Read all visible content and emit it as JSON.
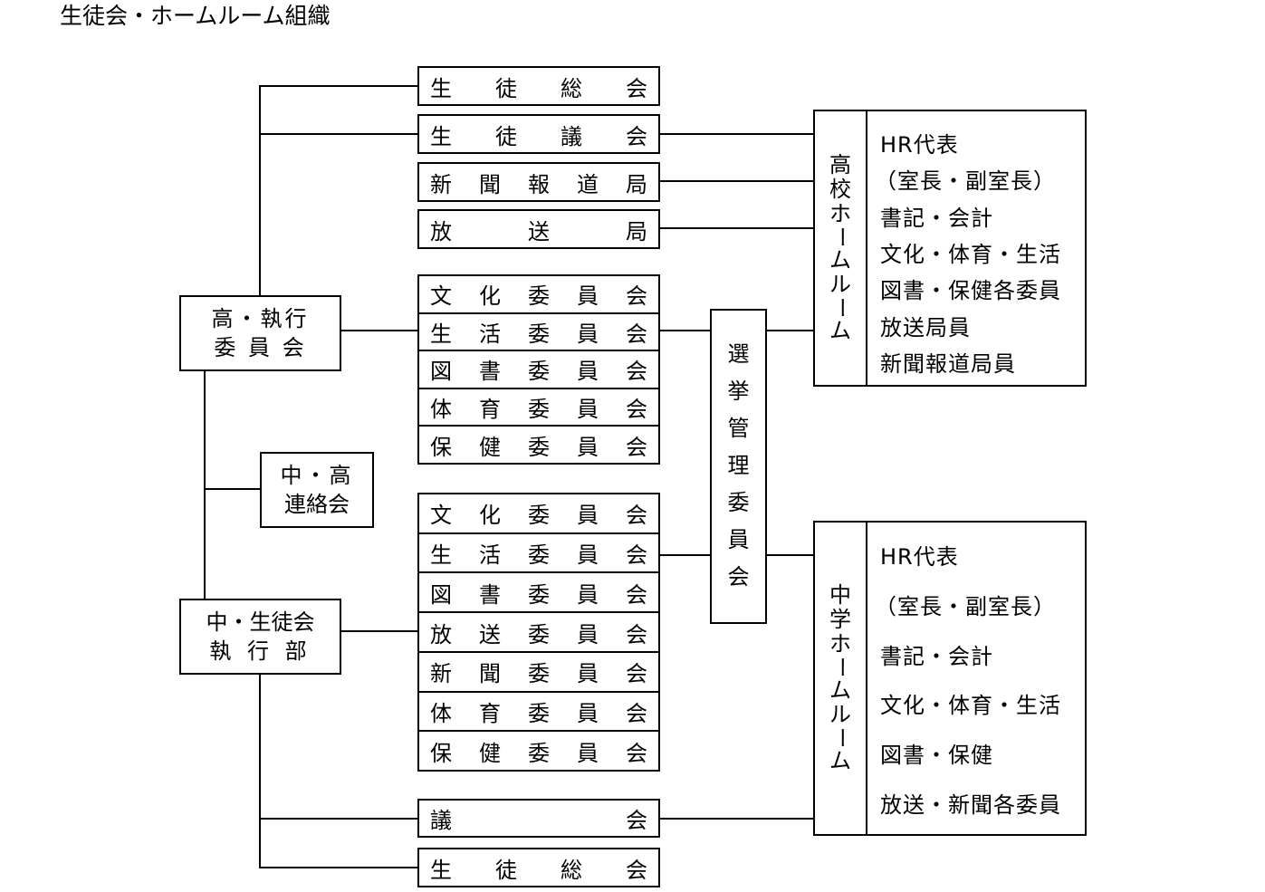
{
  "title": "生徒会・ホームルーム組織",
  "high_school": {
    "executive": [
      "高・執行",
      "委 員 会"
    ],
    "top_bodies": [
      [
        "生",
        "徒",
        "総",
        "会"
      ],
      [
        "生",
        "徒",
        "議",
        "会"
      ],
      [
        "新",
        "聞",
        "報",
        "道",
        "局"
      ],
      [
        "放",
        "送",
        "局"
      ]
    ],
    "committees": [
      [
        "文",
        "化",
        "委",
        "員",
        "会"
      ],
      [
        "生",
        "活",
        "委",
        "員",
        "会"
      ],
      [
        "図",
        "書",
        "委",
        "員",
        "会"
      ],
      [
        "体",
        "育",
        "委",
        "員",
        "会"
      ],
      [
        "保",
        "健",
        "委",
        "員",
        "会"
      ]
    ],
    "homeroom": {
      "label": [
        "高",
        "校",
        "ホ",
        "ー",
        "ム",
        "ル",
        "ー",
        "ム"
      ],
      "members": [
        "HR代表",
        "（室長・副室長）",
        "書記・会計",
        "文化・体育・生活",
        "図書・保健各委員",
        "放送局員",
        "新聞報道局員"
      ]
    }
  },
  "liaison": [
    "中・高",
    "連絡会"
  ],
  "junior_high": {
    "executive": [
      "中・生徒会",
      "執 行 部"
    ],
    "committees": [
      [
        "文",
        "化",
        "委",
        "員",
        "会"
      ],
      [
        "生",
        "活",
        "委",
        "員",
        "会"
      ],
      [
        "図",
        "書",
        "委",
        "員",
        "会"
      ],
      [
        "放",
        "送",
        "委",
        "員",
        "会"
      ],
      [
        "新",
        "聞",
        "委",
        "員",
        "会"
      ],
      [
        "体",
        "育",
        "委",
        "員",
        "会"
      ],
      [
        "保",
        "健",
        "委",
        "員",
        "会"
      ]
    ],
    "bottom_bodies": [
      [
        "議",
        "会"
      ],
      [
        "生",
        "徒",
        "総",
        "会"
      ]
    ],
    "homeroom": {
      "label": [
        "中",
        "学",
        "ホ",
        "ー",
        "ム",
        "ル",
        "ー",
        "ム"
      ],
      "members": [
        "HR代表",
        "（室長・副室長）",
        "書記・会計",
        "文化・体育・生活",
        "図書・保健",
        "放送・新聞各委員"
      ]
    }
  },
  "election_committee": [
    "選",
    "挙",
    "管",
    "理",
    "委",
    "員",
    "会"
  ]
}
